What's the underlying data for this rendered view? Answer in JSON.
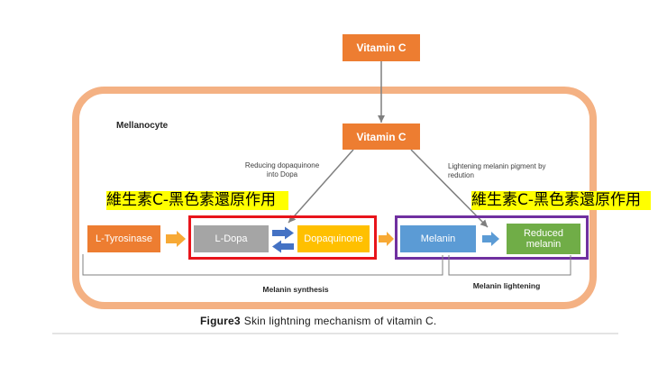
{
  "diagram": {
    "top_box": "Vitamin C",
    "cell_label": "Mellanocyte",
    "inner_box": "Vitamin C",
    "left_annotation": [
      "Reducing dopaquinone",
      "into Dopa"
    ],
    "right_annotation": [
      "Lightening melanin pigment by",
      "redution"
    ],
    "highlight_left": "維生素C-黑色素還原作用",
    "highlight_right": "維生素C-黑色素還原作用",
    "nodes": {
      "tyrosinase": "L-Tyrosinase",
      "dopa": "L-Dopa",
      "dopaquinone": "Dopaquinone",
      "melanin": "Melanin",
      "reduced_melanin": [
        "Reduced",
        "melanin"
      ]
    },
    "bracket_labels": {
      "synthesis": "Melanin synthesis",
      "lightening": "Melanin lightening"
    }
  },
  "caption": {
    "prefix": "Figure3",
    "text": "Skin lightning mechanism of vitamin C."
  },
  "colors": {
    "orange_box": "#ed7d31",
    "cell_outline": "#f4b183",
    "grey_box": "#a5a5a5",
    "gold_box": "#ffc000",
    "blue_box": "#5b9bd5",
    "green_box": "#70ad47",
    "orange_arrow": "#f7a935",
    "blue_double_arrow": "#4472c4",
    "blue_arrow": "#5b9bd5",
    "red_frame": "#e8141b",
    "purple_frame": "#7030a0",
    "connector": "#7f7f7f",
    "highlight": "#ffff00"
  }
}
